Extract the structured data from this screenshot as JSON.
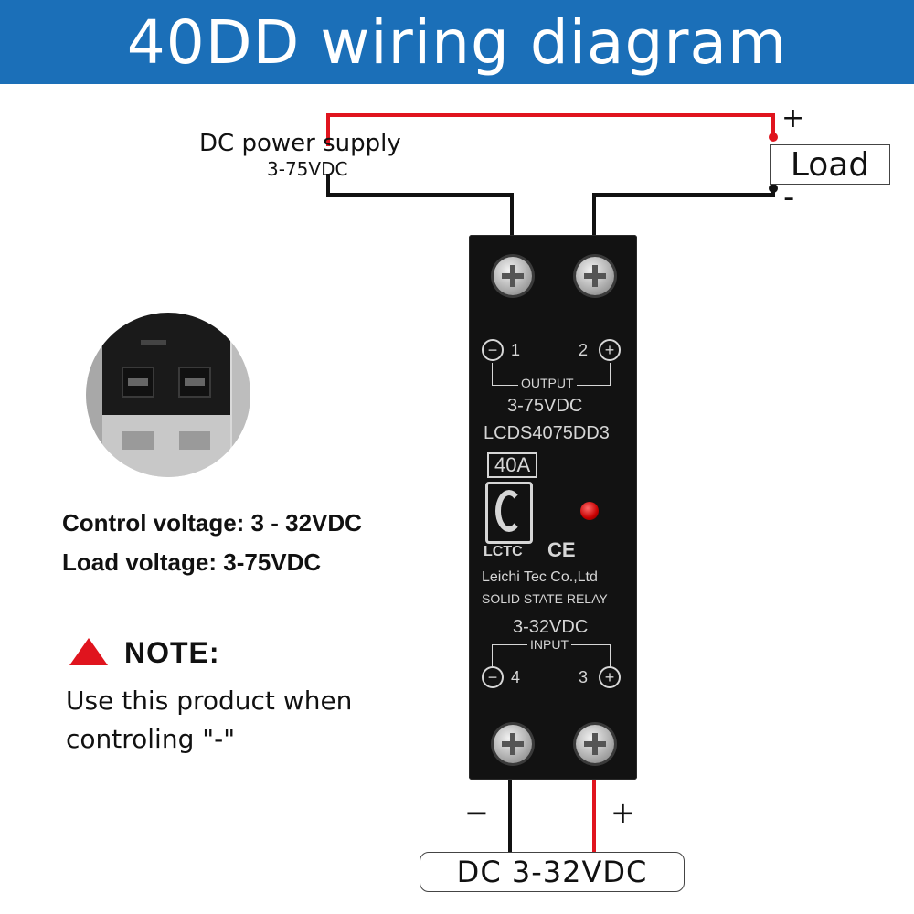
{
  "title": "40DD wiring diagram",
  "colors": {
    "banner": "#1b6fb8",
    "positive_wire": "#e0141e",
    "negative_wire": "#111111",
    "warning": "#e0141e",
    "led": "#c70000"
  },
  "supply": {
    "label": "DC power supply",
    "range": "3-75VDC"
  },
  "load": {
    "label": "Load",
    "plus": "+",
    "minus": "-"
  },
  "relay": {
    "output_label": "OUTPUT",
    "output_voltage": "3-75VDC",
    "model": "LCDS4075DD3",
    "rating": "40A",
    "brand": "LCTC",
    "cert": "CE",
    "company": "Leichi Tec Co.,Ltd",
    "product": "SOLID STATE RELAY",
    "input_voltage": "3-32VDC",
    "input_label": "INPUT",
    "terminals": [
      {
        "num": "1",
        "sign": "−"
      },
      {
        "num": "2",
        "sign": "+"
      },
      {
        "num": "4",
        "sign": "−"
      },
      {
        "num": "3",
        "sign": "+"
      }
    ]
  },
  "specs": {
    "control": "Control voltage: 3 - 32VDC",
    "load": "Load voltage: 3-75VDC"
  },
  "note": {
    "icon": "warning-triangle-icon",
    "title": "NOTE:",
    "line1": "Use this product when",
    "line2": "controling \"-\""
  },
  "input": {
    "minus": "−",
    "plus": "+",
    "label": "DC 3-32VDC"
  }
}
